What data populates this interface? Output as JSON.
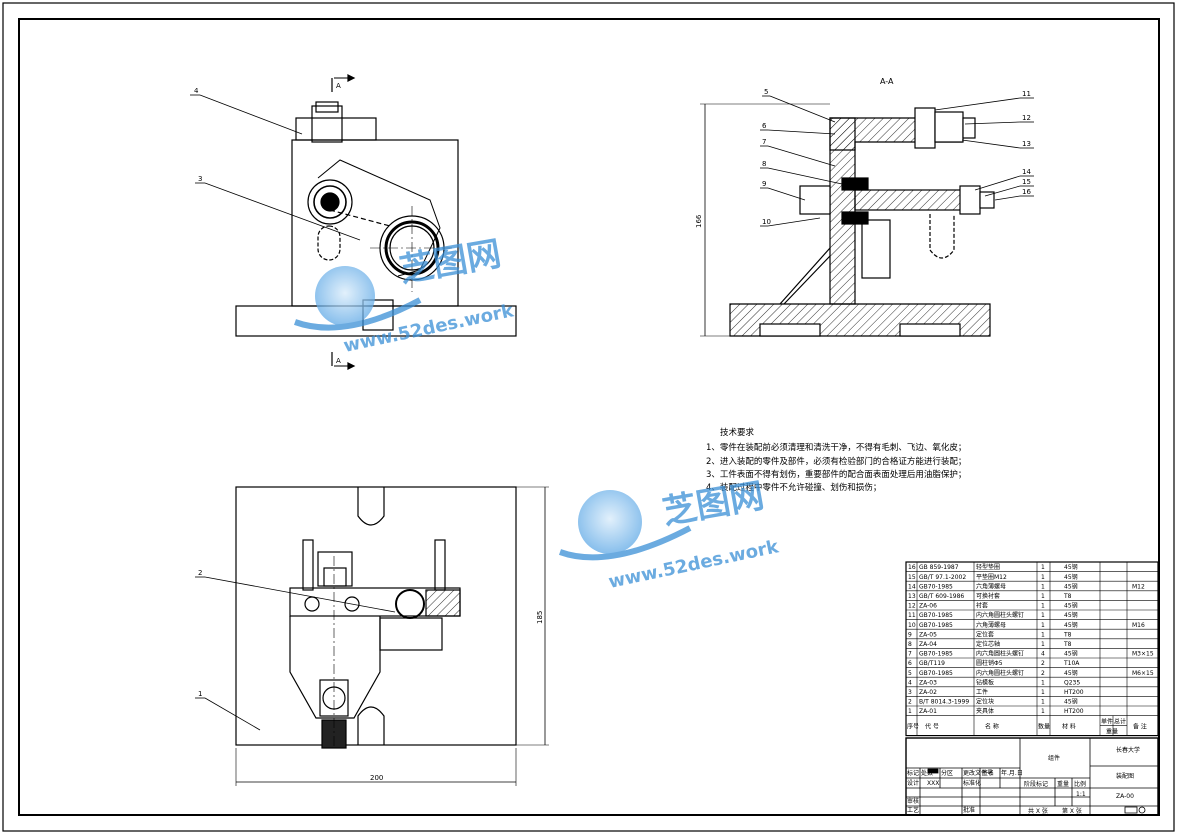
{
  "views": {
    "section_title": "A-A",
    "section_mark": "A",
    "top_callouts": [
      "4",
      "3"
    ],
    "bottom_callouts": [
      "2",
      "1"
    ],
    "section_callouts_left": [
      "5",
      "6",
      "7",
      "8",
      "9",
      "10"
    ],
    "section_callouts_right": [
      "11",
      "12",
      "13",
      "14",
      "15",
      "16"
    ],
    "dim_height_section": "166",
    "dim_height_bottom": "185",
    "dim_width_bottom": "200"
  },
  "tech_req": {
    "title": "技术要求",
    "lines": [
      "1、零件在装配前必须清理和清洗干净，不得有毛刺、飞边、氧化皮；",
      "2、进入装配的零件及部件，必须有检验部门的合格证方能进行装配；",
      "3、工件表面不得有划伤，重要部件的配合面表面处理后用油脂保护；",
      "4、装配过程中零件不允许碰撞、划伤和损伤；"
    ]
  },
  "bom": {
    "rows": [
      {
        "no": "16",
        "code": "GB 859-1987",
        "name": "轻型垫圈",
        "qty": "1",
        "mat": "45钢",
        "note": ""
      },
      {
        "no": "15",
        "code": "GB/T 97.1-2002",
        "name": "平垫圈M12",
        "qty": "1",
        "mat": "45钢",
        "note": ""
      },
      {
        "no": "14",
        "code": "GB70-1985",
        "name": "六角薄螺母",
        "qty": "1",
        "mat": "45钢",
        "note": "M12"
      },
      {
        "no": "13",
        "code": "GB/T 609-1986",
        "name": "可换衬套",
        "qty": "1",
        "mat": "T8",
        "note": ""
      },
      {
        "no": "12",
        "code": "ZA-06",
        "name": "衬套",
        "qty": "1",
        "mat": "45钢",
        "note": ""
      },
      {
        "no": "11",
        "code": "GB70-1985",
        "name": "内六角圆柱头螺钉",
        "qty": "1",
        "mat": "45钢",
        "note": ""
      },
      {
        "no": "10",
        "code": "GB70-1985",
        "name": "六角薄螺母",
        "qty": "1",
        "mat": "45钢",
        "note": "M16"
      },
      {
        "no": "9",
        "code": "ZA-05",
        "name": "定位套",
        "qty": "1",
        "mat": "T8",
        "note": ""
      },
      {
        "no": "8",
        "code": "ZA-04",
        "name": "定位芯轴",
        "qty": "1",
        "mat": "T8",
        "note": ""
      },
      {
        "no": "7",
        "code": "GB70-1985",
        "name": "内六角圆柱头螺钉",
        "qty": "4",
        "mat": "45钢",
        "note": "M3×15"
      },
      {
        "no": "6",
        "code": "GB/T119",
        "name": "圆柱销Φ5",
        "qty": "2",
        "mat": "T10A",
        "note": ""
      },
      {
        "no": "5",
        "code": "GB70-1985",
        "name": "内六角圆柱头螺钉",
        "qty": "2",
        "mat": "45钢",
        "note": "M6×15"
      },
      {
        "no": "4",
        "code": "ZA-03",
        "name": "钻模板",
        "qty": "1",
        "mat": "Q235",
        "note": ""
      },
      {
        "no": "3",
        "code": "ZA-02",
        "name": "工件",
        "qty": "1",
        "mat": "HT200",
        "note": ""
      },
      {
        "no": "2",
        "code": "B/T 8014.3-1999",
        "name": "定位块",
        "qty": "1",
        "mat": "45钢",
        "note": ""
      },
      {
        "no": "1",
        "code": "ZA-01",
        "name": "夹具体",
        "qty": "1",
        "mat": "HT200",
        "note": ""
      }
    ],
    "header": {
      "no": "序号",
      "code": "代    号",
      "name": "名    称",
      "qty": "数量",
      "mat": "材    料",
      "single": "单件",
      "total": "总计",
      "weight": "重量",
      "note": "备 注"
    }
  },
  "title_block": {
    "assembly": "组件",
    "school": "长春大学",
    "drawing_name": "装配图",
    "drawing_no": "ZA-00",
    "scale": "1:1",
    "stage_mark": "阶段标记",
    "weight": "重量",
    "ratio": "比例",
    "sheet_count": "共 X 张",
    "sheet_no": "第 X 张",
    "mark": "标记",
    "count": "处数",
    "zone": "分区",
    "change_doc": "更改文件号",
    "signature": "签名",
    "date": "年.月.日",
    "design": "设计",
    "design_name": "XXX",
    "standardize": "标准化",
    "review": "审核",
    "process": "工艺",
    "approve": "批准"
  },
  "watermarks": [
    {
      "cn": "芝图网",
      "url": "www.52des.work"
    },
    {
      "cn": "芝图网",
      "url": "www.52des.work"
    }
  ]
}
